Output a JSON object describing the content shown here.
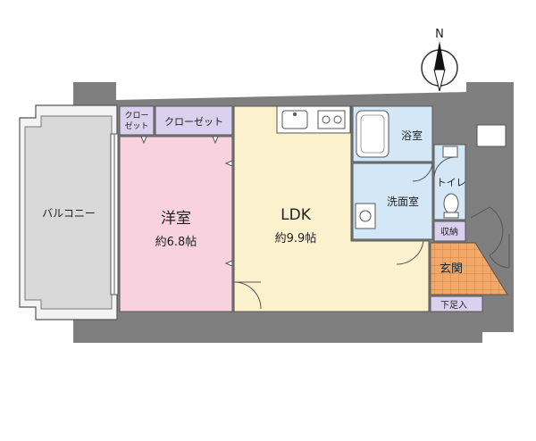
{
  "compass": {
    "north": "N"
  },
  "rooms": {
    "balcony": {
      "label": "バルコニー"
    },
    "closet_small": {
      "label_line1": "クロー",
      "label_line2": "ゼット"
    },
    "closet_large": {
      "label": "クローゼット"
    },
    "western_room": {
      "label": "洋室",
      "size": "約6.8帖"
    },
    "ldk": {
      "label": "LDK",
      "size": "約9.9帖"
    },
    "bathroom": {
      "label": "浴室"
    },
    "washroom": {
      "label": "洗面室"
    },
    "toilet": {
      "label": "トイレ"
    },
    "storage": {
      "label": "収納"
    },
    "entrance": {
      "label": "玄関"
    },
    "shoe_box": {
      "label": "下足入"
    }
  },
  "colors": {
    "wall": "#7f7f7f",
    "balcony": "#d9d9d9",
    "closet": "#d9d1ee",
    "western_room": "#f8d2df",
    "ldk": "#fbf2cd",
    "wet_area": "#d4e7f6",
    "entrance": "#f2a868"
  }
}
